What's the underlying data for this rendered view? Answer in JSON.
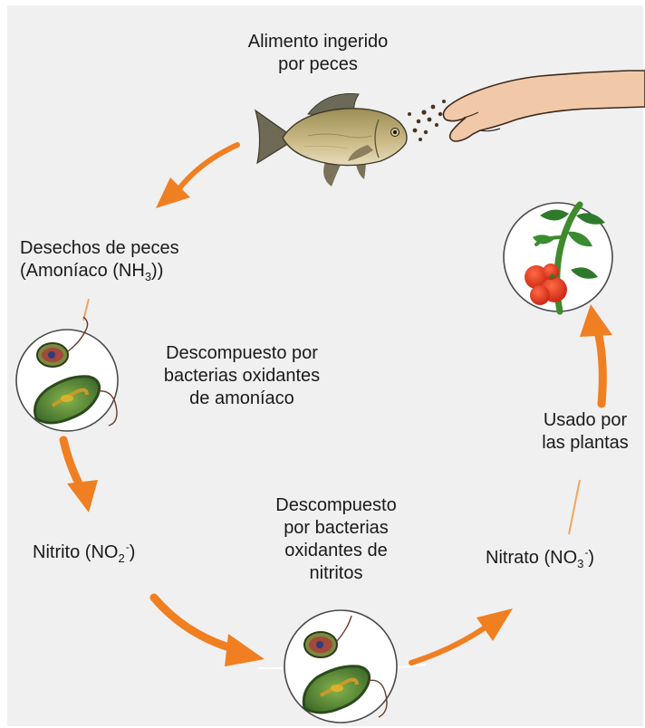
{
  "colors": {
    "background": "#f0f0f0",
    "arrow": "#f07f22",
    "text": "#1a1a1a"
  },
  "labels": {
    "feed": {
      "line1": "Alimento ingerido",
      "line2": "por peces"
    },
    "waste": {
      "line1": "Desechos de peces",
      "line2_pre": "(Amoníaco (NH",
      "line2_sub": "3",
      "line2_post": "))"
    },
    "decomp1": {
      "line1": "Descompuesto por",
      "line2": "bacterias oxidantes",
      "line3": "de amoníaco"
    },
    "nitrite": {
      "pre": "Nitrito (NO",
      "sub": "2",
      "sup": "-",
      "post": ")"
    },
    "decomp2": {
      "line1": "Descompuesto",
      "line2": "por bacterias",
      "line3": "oxidantes de",
      "line4": "nitritos"
    },
    "nitrate": {
      "pre": "Nitrato (NO",
      "sub": "3",
      "sup": "-",
      "post": ")"
    },
    "used": {
      "line1": "Usado por",
      "line2": "las plantas"
    }
  },
  "icons": {
    "fish": "fish-icon",
    "hand": "hand-icon",
    "bacteria": "bacteria-icon",
    "plant": "tomato-plant-icon"
  }
}
